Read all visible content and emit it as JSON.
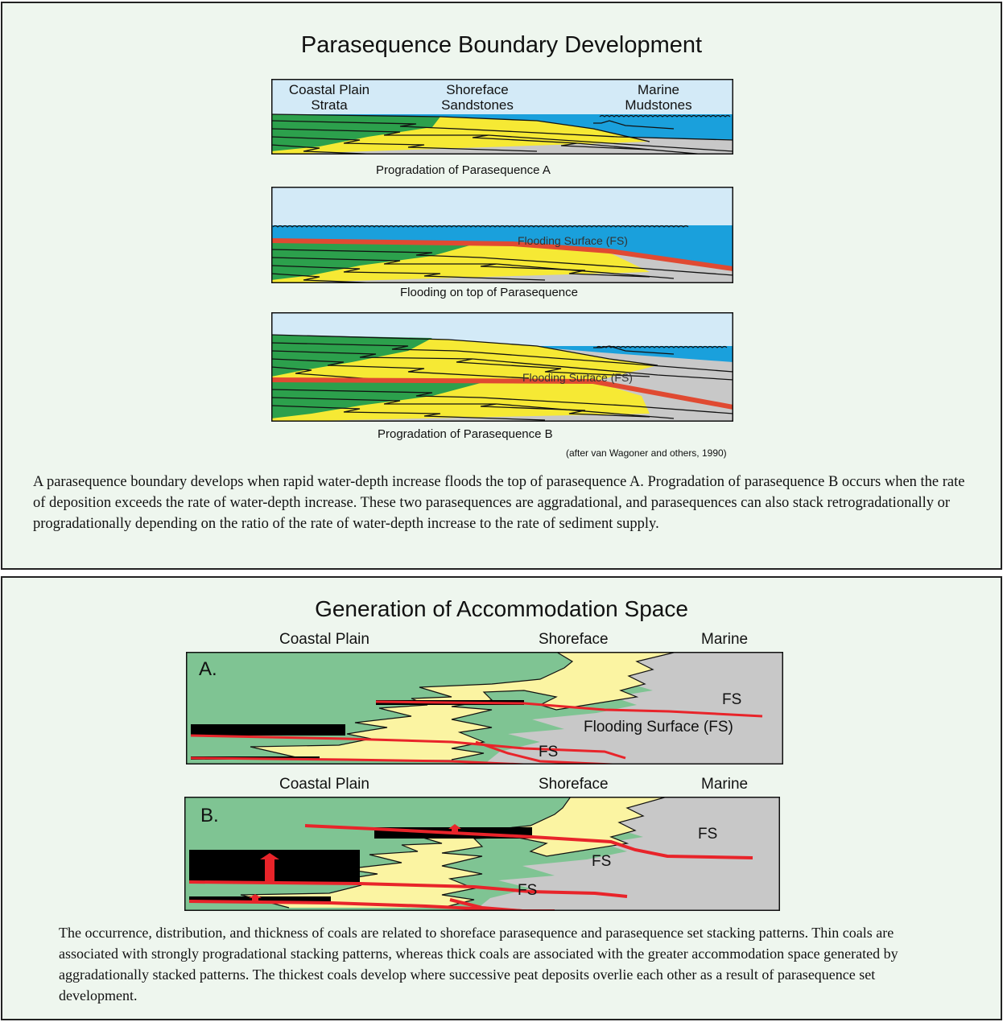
{
  "panel1": {
    "title": "Parasequence Boundary Development",
    "labels": {
      "coastal_plain": "Coastal Plain\nStrata",
      "shoreface": "Shoreface\nSandstones",
      "marine": "Marine\nMudstones"
    },
    "captions": {
      "a": "Progradation of Parasequence A",
      "b": "Flooding on top of Parasequence",
      "c": "Progradation of Parasequence B"
    },
    "fs_label": "Flooding Surface (FS)",
    "citation": "(after van Wagoner and others, 1990)",
    "paragraph": "A parasequence boundary develops when rapid water-depth increase floods the top of parasequence A.  Progradation of parasequence B occurs when the rate of deposition exceeds the rate of water-depth increase.  These two parasequences are aggradational, and parasequences can also stack retrogradationally or progradationally depending on the ratio of the rate of water-depth increase to the rate of sediment supply."
  },
  "panel2": {
    "title": "Generation of Accommodation Space",
    "column_labels": {
      "coastal": "Coastal Plain",
      "shoreface": "Shoreface",
      "marine": "Marine"
    },
    "diagram_a": {
      "letter": "A.",
      "fs_long": "Flooding Surface (FS)",
      "fs": "FS"
    },
    "diagram_b": {
      "letter": "B.",
      "fs": "FS"
    },
    "paragraph": "The occurrence, distribution, and thickness of coals are related to shoreface parasequence and parasequence set stacking patterns.  Thin coals are associated with strongly progradational stacking patterns, whereas thick coals are associated with the greater accommodation space generated by aggradationally stacked patterns.  The thickest coals develop where successive peat deposits overlie each other as a result of parasequence set development."
  },
  "colors": {
    "panel_bg": "#eef6ee",
    "sky": "#d3eaf7",
    "sea": "#1aa0dc",
    "coastal_green": "#2ca04c",
    "sand_yellow": "#f6e934",
    "mud_gray": "#c8c8c8",
    "flood_red": "#e04a32",
    "pale_green": "#7fc493",
    "pale_yellow": "#fbf4a2",
    "coal_black": "#000000",
    "fs_red": "#e8242a"
  }
}
